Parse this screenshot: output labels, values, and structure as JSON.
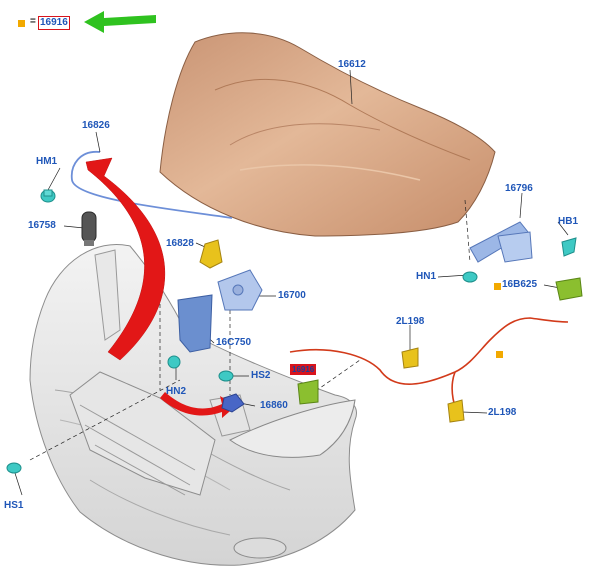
{
  "legend": {
    "equals": "=",
    "part": "16916",
    "marker_color": "#f2a900",
    "arrow_color": "#2fc21f"
  },
  "labels": {
    "hood": "16612",
    "cable": "16826",
    "hm1": "HM1",
    "bumper_stop": "16758",
    "prop_clip": "16828",
    "hinge": "16796",
    "hb1": "HB1",
    "hn1": "HN1",
    "switch": "16B625",
    "latch": "16700",
    "latch_bracket": "16C750",
    "hn2": "HN2",
    "hs2": "HS2",
    "hidden_part": "16916",
    "release_handle": "16860",
    "hs1": "HS1",
    "connector_top": "2L198",
    "connector_bottom": "2L198"
  },
  "colors": {
    "label": "#1f56b8",
    "highlight": "#d8141c",
    "hood_fill": "#d9a882",
    "cable": "#d23a1a",
    "bracket_blue": "#6b8fcf",
    "fastener_teal": "#3ec9c4",
    "connector_yellow": "#e8c21c"
  }
}
